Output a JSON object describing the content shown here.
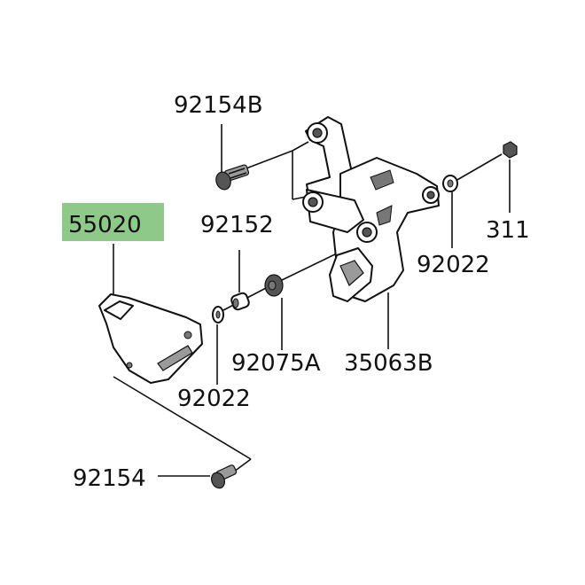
{
  "highlight_color": "#8ec98a",
  "parts": [
    {
      "number": "92154B"
    },
    {
      "number": "55020"
    },
    {
      "number": "92152"
    },
    {
      "number": "311"
    },
    {
      "number": "92022"
    },
    {
      "number": "92075A"
    },
    {
      "number": "35063B"
    },
    {
      "number": "92022"
    },
    {
      "number": "92154"
    }
  ]
}
